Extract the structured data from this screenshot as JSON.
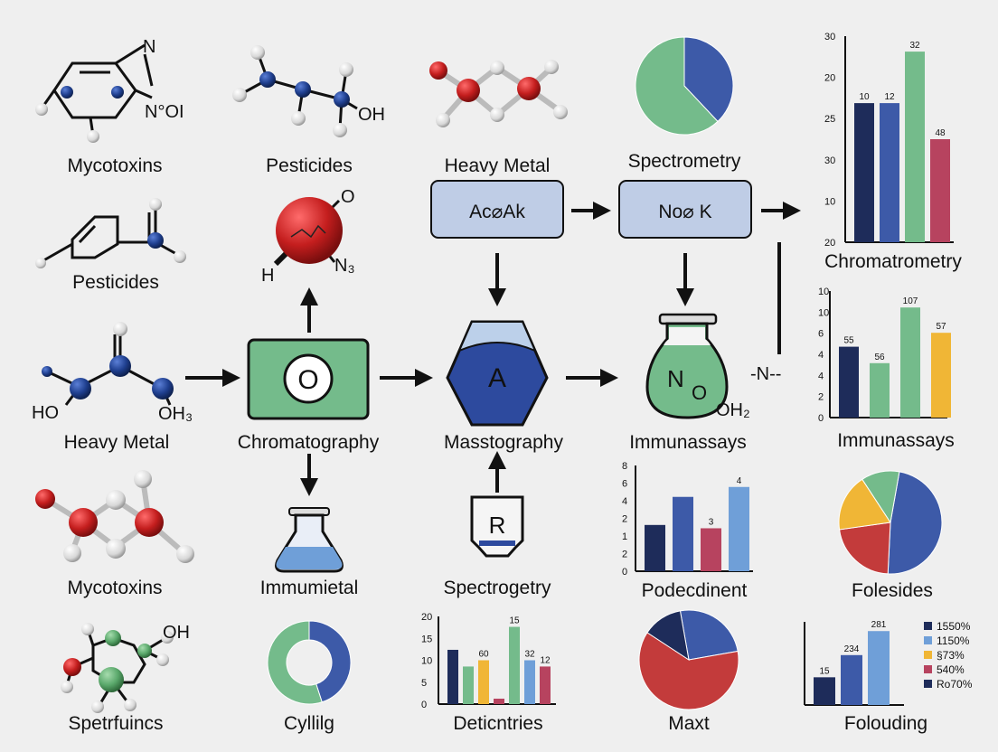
{
  "colors": {
    "navy": "#1e2c5a",
    "blue": "#3d5aa8",
    "lightblue": "#6f9fd8",
    "green": "#74bb8b",
    "red": "#c33b3b",
    "crimson": "#b7435f",
    "yellow": "#f0b636",
    "molred": "#c41e1e",
    "molblue": "#1f3f8f",
    "molgreen": "#5aa86b"
  },
  "labels": {
    "mycotoxins_1": "Mycotoxins",
    "pesticides_1": "Pesticides",
    "pesticides_2": "Pesticides",
    "heavy_metal_1": "Heavy Metal",
    "mycotoxins_2": "Mycotoxins",
    "spetrfuincs": "Spetrfuincs",
    "heavy_metal_2": "Heavy Metal",
    "spectrometry": "Spectrometry",
    "chromatography": "Chromatography",
    "masstography": "Masstography",
    "immunassays_1": "Immunassays",
    "immumietal": "Immumietal",
    "spectrogetry": "Spectrogetry",
    "podecdinent": "Podecdinent",
    "folesides": "Folesides",
    "cyllilg": "Cyllilg",
    "deticntries": "Deticntries",
    "maxt": "Maxt",
    "folouding": "Folouding",
    "chromatrometry": "Chromatrometry",
    "immunassays_2": "Immunassays"
  },
  "atoms": {
    "n": "N",
    "no": "N°OI",
    "oh": "OH",
    "o": "O",
    "h": "H",
    "n3": "N₃",
    "ho": "HO",
    "oh3": "OH₃",
    "n_flask": "N",
    "o_flask": "O",
    "oh2": "OH₂",
    "h_top": "H",
    "o_top": "O",
    "n_dash": "-N--"
  },
  "boxes": {
    "ac_ak": "Ac⌀Ak",
    "no_k": "No⌀ K",
    "chrom_o": "O",
    "mass_a": "A",
    "spec_r": "R"
  },
  "chart_data": [
    {
      "id": "c1",
      "type": "bar",
      "ticks": [
        "30",
        "20",
        "25",
        "30",
        "10",
        "20"
      ],
      "data_labels": [
        "10",
        "12",
        "32",
        "48"
      ],
      "colors": [
        "navy",
        "blue",
        "green",
        "crimson"
      ],
      "values": [
        27,
        27,
        37,
        20
      ],
      "ylim": [
        0,
        40
      ]
    },
    {
      "id": "c2",
      "type": "bar",
      "ticks": [
        "10",
        "10",
        "6",
        "4",
        "4",
        "2",
        "0"
      ],
      "data_labels": [
        "55",
        "56",
        "107",
        "57"
      ],
      "colors": [
        "navy",
        "green",
        "green",
        "yellow"
      ],
      "values": [
        5.6,
        4.3,
        8.7,
        6.7
      ],
      "ylim": [
        0,
        10
      ]
    },
    {
      "id": "c3",
      "type": "bar",
      "ticks": [
        "8",
        "6",
        "4",
        "2",
        "1",
        "2",
        "0"
      ],
      "data_labels": [
        "",
        "",
        "3",
        "4"
      ],
      "colors": [
        "navy",
        "blue",
        "crimson",
        "lightblue"
      ],
      "values": [
        2.8,
        4.5,
        2.6,
        5.1
      ],
      "ylim": [
        0,
        6.4
      ]
    },
    {
      "id": "c4",
      "type": "bar",
      "ticks": [
        "20",
        "15",
        "10",
        "5",
        "0"
      ],
      "data_labels": [
        "",
        "",
        "60",
        "",
        "15",
        "32",
        "12"
      ],
      "colors": [
        "navy",
        "green",
        "yellow",
        "crimson",
        "green",
        "lightblue",
        "crimson"
      ],
      "values": [
        13,
        9,
        10.5,
        1.3,
        18.5,
        10.5,
        9
      ],
      "ylim": [
        0,
        21
      ]
    },
    {
      "id": "c5",
      "type": "bar",
      "ticks": [],
      "data_labels": [
        "15",
        "234",
        "281"
      ],
      "colors": [
        "navy",
        "blue",
        "lightblue"
      ],
      "values": [
        15,
        27,
        40
      ],
      "ylim": [
        0,
        45
      ],
      "legend": [
        {
          "label": "1550%",
          "color": "navy"
        },
        {
          "label": "1150%",
          "color": "lightblue"
        },
        {
          "label": "§73%",
          "color": "yellow"
        },
        {
          "label": "540%",
          "color": "crimson"
        },
        {
          "label": "Ro70%",
          "color": "navy"
        }
      ]
    },
    {
      "id": "p1",
      "type": "pie",
      "values": [
        38,
        62
      ],
      "colors": [
        "blue",
        "green"
      ]
    },
    {
      "id": "p2",
      "type": "pie",
      "values": [
        48,
        22,
        18,
        12
      ],
      "colors": [
        "blue",
        "red",
        "yellow",
        "green"
      ]
    },
    {
      "id": "p3",
      "type": "pie",
      "values": [
        25,
        62,
        13
      ],
      "colors": [
        "blue",
        "red",
        "navy"
      ]
    },
    {
      "id": "d1",
      "type": "pie",
      "values": [
        45,
        55
      ],
      "colors": [
        "blue",
        "green"
      ],
      "donut": true
    }
  ]
}
